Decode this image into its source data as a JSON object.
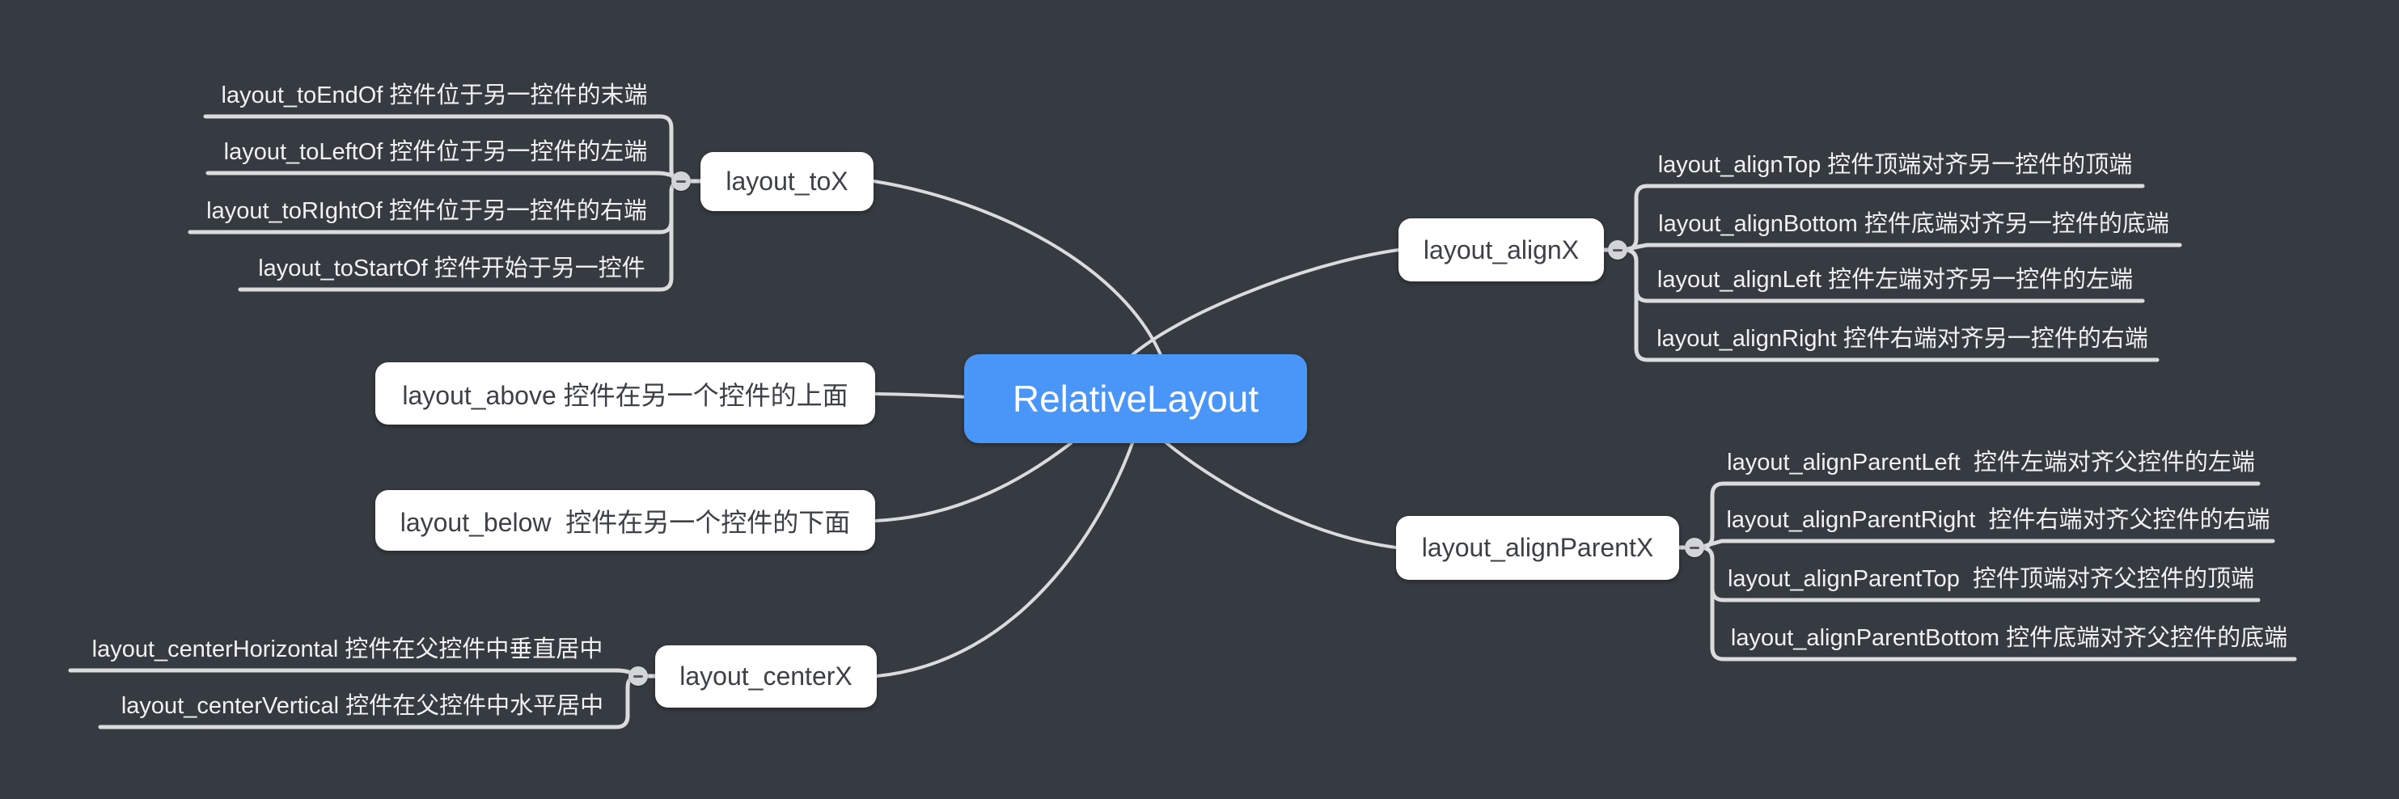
{
  "app": {
    "background_color": "#363b41",
    "line_color": "#d9dbdc",
    "accent_color": "#4a95f8",
    "node_fill": "#ffffff",
    "node_text_color": "#3c4146",
    "child_text_color": "#f0f1f2"
  },
  "root": {
    "label": "RelativeLayout"
  },
  "branches": [
    {
      "label": "layout_toX",
      "children": [
        "layout_toEndOf 控件位于另一控件的末端",
        "layout_toLeftOf 控件位于另一控件的左端",
        "layout_toRIghtOf 控件位于另一控件的右端",
        "layout_toStartOf 控件开始于另一控件"
      ]
    },
    {
      "label": "layout_above 控件在另一个控件的上面",
      "children": []
    },
    {
      "label": "layout_below  控件在另一个控件的下面",
      "children": []
    },
    {
      "label": "layout_centerX",
      "children": [
        "layout_centerHorizontal 控件在父控件中垂直居中",
        "layout_centerVertical 控件在父控件中水平居中"
      ]
    },
    {
      "label": "layout_alignX",
      "children": [
        "layout_alignTop 控件顶端对齐另一控件的顶端",
        "layout_alignBottom 控件底端对齐另一控件的底端",
        "layout_alignLeft 控件左端对齐另一控件的左端",
        "layout_alignRight 控件右端对齐另一控件的右端"
      ]
    },
    {
      "label": "layout_alignParentX",
      "children": [
        "layout_alignParentLeft  控件左端对齐父控件的左端",
        "layout_alignParentRight  控件右端对齐父控件的右端",
        "layout_alignParentTop  控件顶端对齐父控件的顶端",
        "layout_alignParentBottom 控件底端对齐父控件的底端"
      ]
    }
  ]
}
